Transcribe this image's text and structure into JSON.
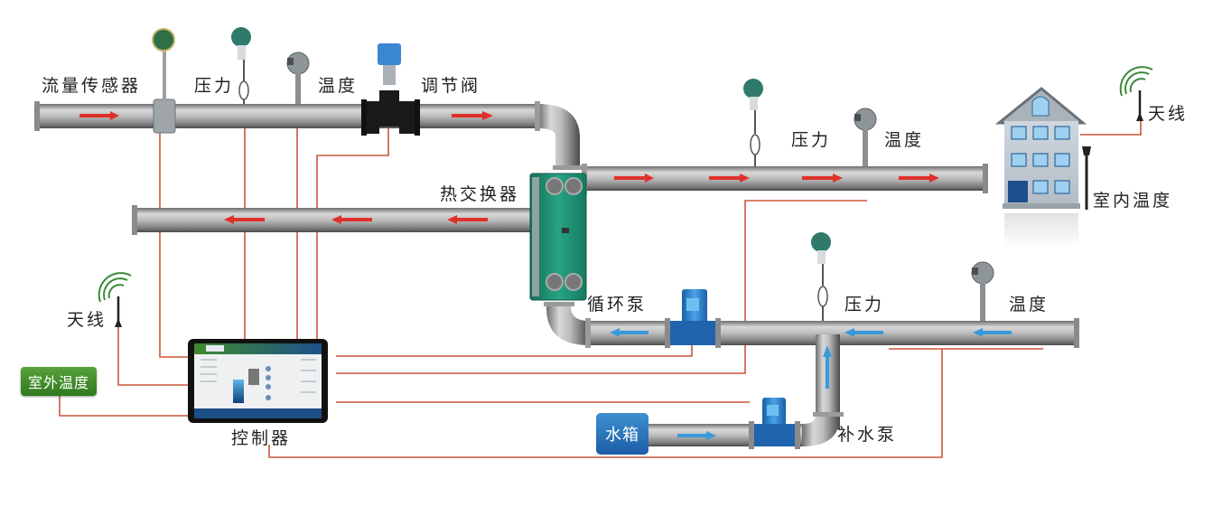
{
  "diagram": {
    "title": "Heat exchange station control system",
    "labels": {
      "flow_sensor": "流量传感器",
      "pressure_primary_supply": "压力",
      "temperature_primary_supply": "温度",
      "control_valve": "调节阀",
      "heat_exchanger": "热交换器",
      "pressure_secondary_supply": "压力",
      "temperature_secondary_supply": "温度",
      "antenna_building": "天线",
      "indoor_temperature": "室内温度",
      "circulation_pump": "循环泵",
      "pressure_secondary_return": "压力",
      "temperature_secondary_return": "温度",
      "antenna_controller": "天线",
      "outdoor_temperature": "室外温度",
      "controller": "控制器",
      "water_tank": "水箱",
      "makeup_pump": "补水泵"
    },
    "flows": [
      {
        "pipe": "primary-supply",
        "direction": "right",
        "arrow_color": "#e0302a"
      },
      {
        "pipe": "primary-return",
        "direction": "left",
        "arrow_color": "#e0302a"
      },
      {
        "pipe": "secondary-supply",
        "direction": "right",
        "arrow_color": "#e0302a"
      },
      {
        "pipe": "secondary-return",
        "direction": "left",
        "arrow_color": "#3a9ad9"
      },
      {
        "pipe": "makeup-line",
        "direction": "right",
        "arrow_color": "#3a9ad9"
      },
      {
        "pipe": "makeup-riser",
        "direction": "up",
        "arrow_color": "#3a9ad9"
      }
    ],
    "colors": {
      "wire": "#c8573a",
      "pipe_mid": "#b9b9b9",
      "pipe_dark": "#5c5c5c",
      "heat_exchanger": "#1f8f73",
      "pump": "#2a76c4",
      "antenna_wave": "#3a8a3a"
    }
  }
}
